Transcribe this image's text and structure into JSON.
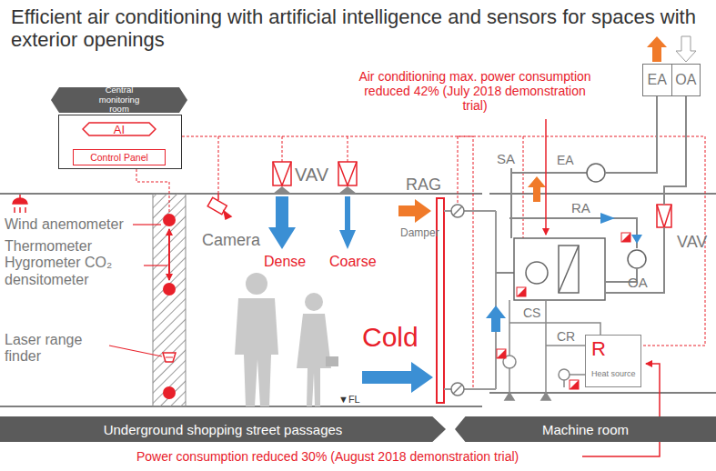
{
  "diagram": {
    "title": "Efficient air conditioning with artificial intelligence and sensors for spaces with exterior openings",
    "nodes": [
      {
        "text": [
          "Central monitoring room"
        ]
      },
      {
        "text": [
          "AI"
        ],
        "in": 0
      },
      {
        "text": [
          "Control Panel"
        ],
        "in": 0
      },
      {
        "text": [
          "EA",
          "OA"
        ]
      },
      {
        "text": [
          "R",
          "Heat source"
        ]
      },
      {
        "text": [
          "Underground shopping street passages"
        ]
      },
      {
        "text": [
          "Machine room"
        ]
      }
    ],
    "edges": [
      {
        "from": 1,
        "to": 2,
        "arrow": "both"
      }
    ],
    "labels": [
      "Air conditioning max. power consumption reduced 42% (July 2018 demonstration trial)",
      "VAV",
      "VAV",
      "RAG",
      "SA",
      "EA",
      "RA",
      "OA",
      "CS",
      "CR",
      "Wind anemometer",
      "Thermometer Hygrometer CO₂ densitometer",
      "Camera",
      "Dense",
      "Coarse",
      "Damper",
      "Cold",
      "Laser range finder",
      "▼FL",
      "Power consumption reduced 30% (August 2018 demonstration trial)"
    ]
  }
}
